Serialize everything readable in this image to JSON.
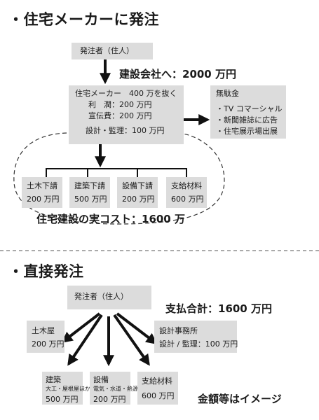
{
  "section1": {
    "heading": "・住宅メーカーに発注",
    "client": "発注者（住人）",
    "contract_label": "建設会社へ：2000 万円",
    "maker": {
      "title": "住宅メーカー　400 万を抜く",
      "profit": "利　潤：200 万円",
      "advertising": "宣伝費：200 万円",
      "design": "設計・監理：100 万円"
    },
    "waste": {
      "title": "無駄金",
      "items": [
        "・TV コマーシャル",
        "・新聞雑誌に広告",
        "・住宅展示場出展"
      ]
    },
    "subcontractors": [
      {
        "name": "土木下請",
        "amount": "200 万円"
      },
      {
        "name": "建築下請",
        "amount": "500 万円"
      },
      {
        "name": "設備下請",
        "amount": "200 万円"
      },
      {
        "name": "支給材料",
        "amount": "600 万円"
      }
    ],
    "real_cost": "住宅建設の実コスト：1600 万"
  },
  "section2": {
    "heading": "・直接発注",
    "client": "発注者（住人）",
    "total": "支払合計：1600 万円",
    "doboku": {
      "name": "土木屋",
      "amount": "200 万円"
    },
    "design_office": {
      "name": "設計事務所",
      "amount": "設計 / 監理：100 万円"
    },
    "kenchiku": {
      "name": "建築",
      "sub": "大工・屋根屋ほか",
      "amount": "500 万円"
    },
    "setsubi": {
      "name": "設備",
      "sub": "電気・水道・熱源",
      "amount": "200 万円"
    },
    "material": {
      "name": "支給材料",
      "amount": "600 万円"
    },
    "note": "金額等はイメージ"
  },
  "colors": {
    "box": "#dcdcdc",
    "text": "#1a1a1a",
    "divider": "#777777"
  }
}
